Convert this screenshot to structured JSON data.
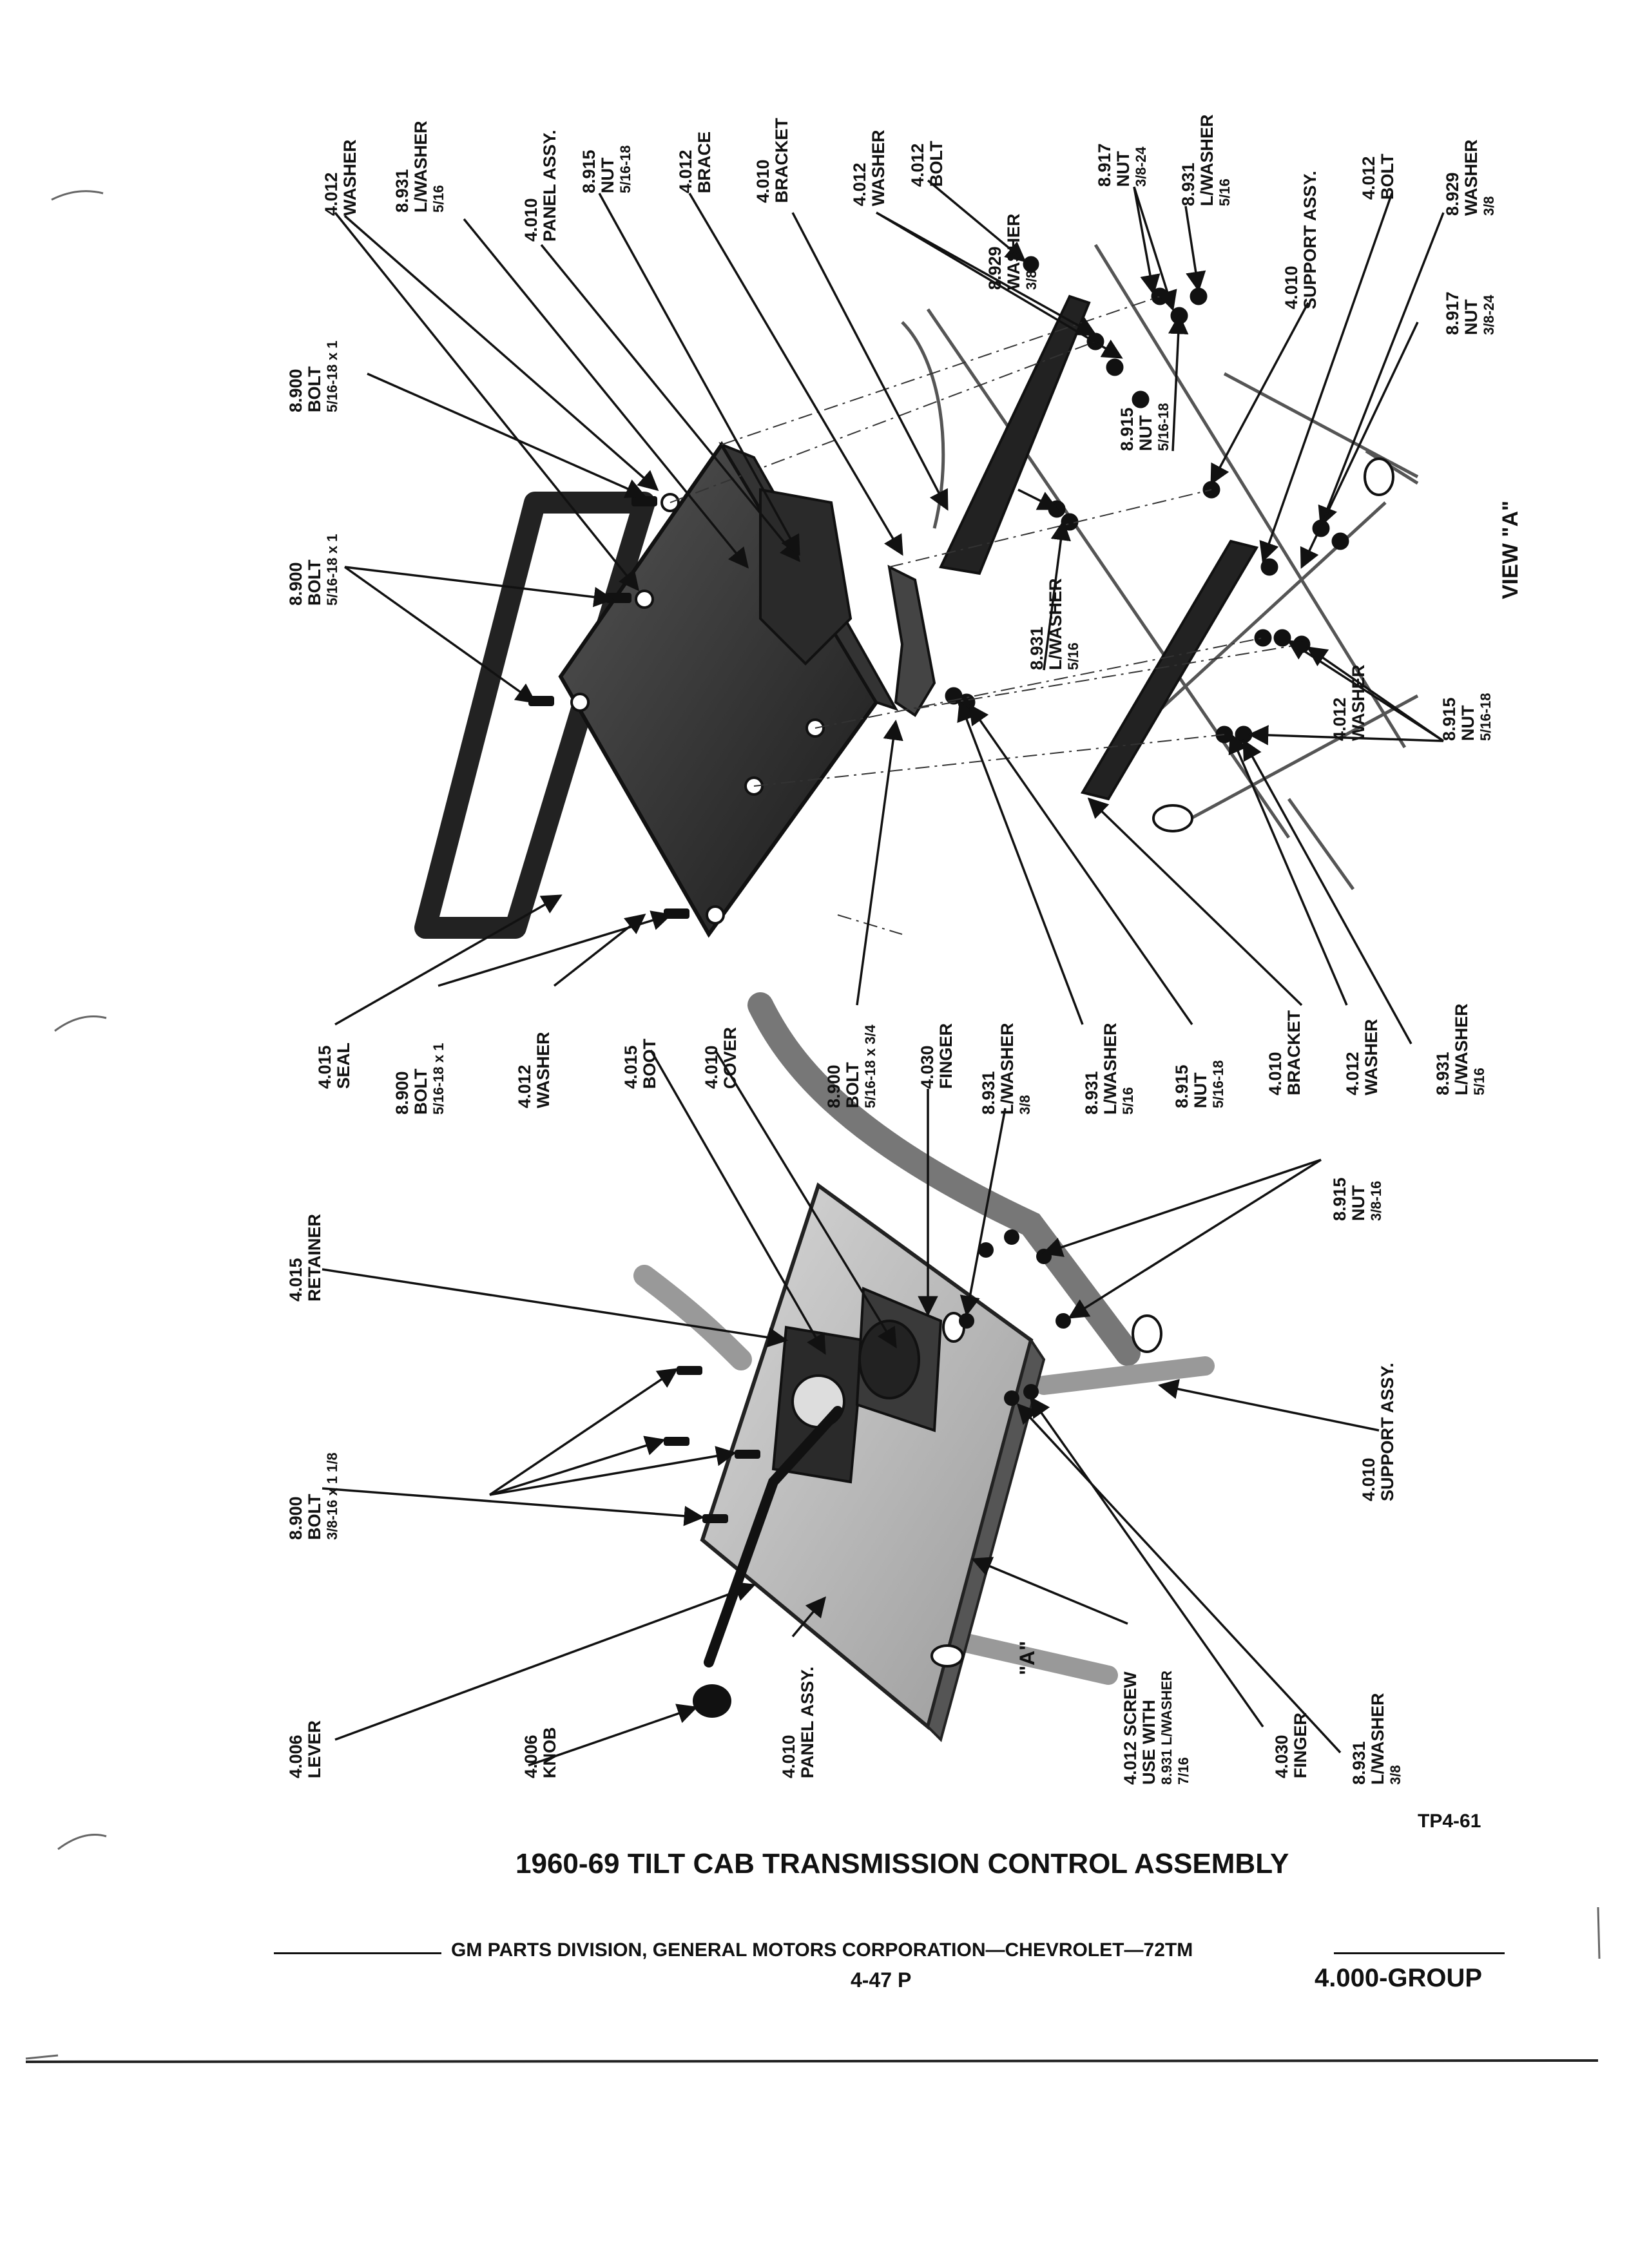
{
  "title": "1960-69 TILT CAB TRANSMISSION CONTROL ASSEMBLY",
  "figure_code": "TP4-61",
  "footer": {
    "publisher": "GM PARTS DIVISION, GENERAL MOTORS CORPORATION—CHEVROLET—72TM",
    "page": "4-47 P",
    "group": "4.000-GROUP"
  },
  "view_a_label": "VIEW \"A\"",
  "view_a_marker": "\"A\"",
  "top_labels": [
    {
      "lines": [
        "4.012",
        "WASHER"
      ]
    },
    {
      "lines": [
        "8.931",
        "L/WASHER",
        "5/16"
      ]
    },
    {
      "lines": [
        "4.010",
        "PANEL ASSY."
      ]
    },
    {
      "lines": [
        "8.915",
        "NUT",
        "5/16-18"
      ]
    },
    {
      "lines": [
        "4.012",
        "BRACE"
      ]
    },
    {
      "lines": [
        "4.010",
        "BRACKET"
      ]
    },
    {
      "lines": [
        "4.012",
        "WASHER"
      ]
    },
    {
      "lines": [
        "4.012",
        "BOLT"
      ]
    },
    {
      "lines": [
        "8.929",
        "WASHER",
        "3/8"
      ]
    },
    {
      "lines": [
        "8.917",
        "NUT",
        "3/8-24"
      ]
    },
    {
      "lines": [
        "8.931",
        "L/WASHER",
        "5/16"
      ]
    },
    {
      "lines": [
        "4.010",
        "SUPPORT ASSY."
      ]
    },
    {
      "lines": [
        "4.012",
        "BOLT"
      ]
    },
    {
      "lines": [
        "8.929",
        "WASHER",
        "3/8"
      ]
    },
    {
      "lines": [
        "8.917",
        "NUT",
        "3/8-24"
      ]
    },
    {
      "lines": [
        "8.900",
        "BOLT",
        "5/16-18 x 1"
      ]
    },
    {
      "lines": [
        "8.900",
        "BOLT",
        "5/16-18 x 1"
      ]
    },
    {
      "lines": [
        "8.915",
        "NUT",
        "5/16-18"
      ]
    },
    {
      "lines": [
        "8.931",
        "L/WASHER",
        "5/16"
      ]
    },
    {
      "lines": [
        "4.012",
        "WASHER"
      ]
    },
    {
      "lines": [
        "8.915",
        "NUT",
        "5/16-18"
      ]
    }
  ],
  "middle_labels": [
    {
      "lines": [
        "4.015",
        "SEAL"
      ]
    },
    {
      "lines": [
        "8.900",
        "BOLT",
        "5/16-18 x 1"
      ]
    },
    {
      "lines": [
        "4.012",
        "WASHER"
      ]
    },
    {
      "lines": [
        "4.015",
        "BOOT"
      ]
    },
    {
      "lines": [
        "4.010",
        "COVER"
      ]
    },
    {
      "lines": [
        "8.900",
        "BOLT",
        "5/16-18 x 3/4"
      ]
    },
    {
      "lines": [
        "4.030",
        "FINGER"
      ]
    },
    {
      "lines": [
        "8.931",
        "L/WASHER",
        "3/8"
      ]
    },
    {
      "lines": [
        "8.931",
        "L/WASHER",
        "5/16"
      ]
    },
    {
      "lines": [
        "8.915",
        "NUT",
        "5/16-18"
      ]
    },
    {
      "lines": [
        "4.010",
        "BRACKET"
      ]
    },
    {
      "lines": [
        "4.012",
        "WASHER"
      ]
    },
    {
      "lines": [
        "8.931",
        "L/WASHER",
        "5/16"
      ]
    },
    {
      "lines": [
        "8.915",
        "NUT",
        "3/8-16"
      ]
    }
  ],
  "bottom_labels": [
    {
      "lines": [
        "4.015",
        "RETAINER"
      ]
    },
    {
      "lines": [
        "8.900",
        "BOLT",
        "3/8-16 x 1 1/8"
      ]
    },
    {
      "lines": [
        "4.006",
        "LEVER"
      ]
    },
    {
      "lines": [
        "4.006",
        "KNOB"
      ]
    },
    {
      "lines": [
        "4.010",
        "PANEL ASSY."
      ]
    },
    {
      "lines": [
        "4.012 SCREW",
        "USE WITH",
        "8.931 L/WASHER",
        "7/16"
      ]
    },
    {
      "lines": [
        "4.030",
        "FINGER"
      ]
    },
    {
      "lines": [
        "8.931",
        "L/WASHER",
        "3/8"
      ]
    },
    {
      "lines": [
        "4.010",
        "SUPPORT ASSY."
      ]
    }
  ]
}
